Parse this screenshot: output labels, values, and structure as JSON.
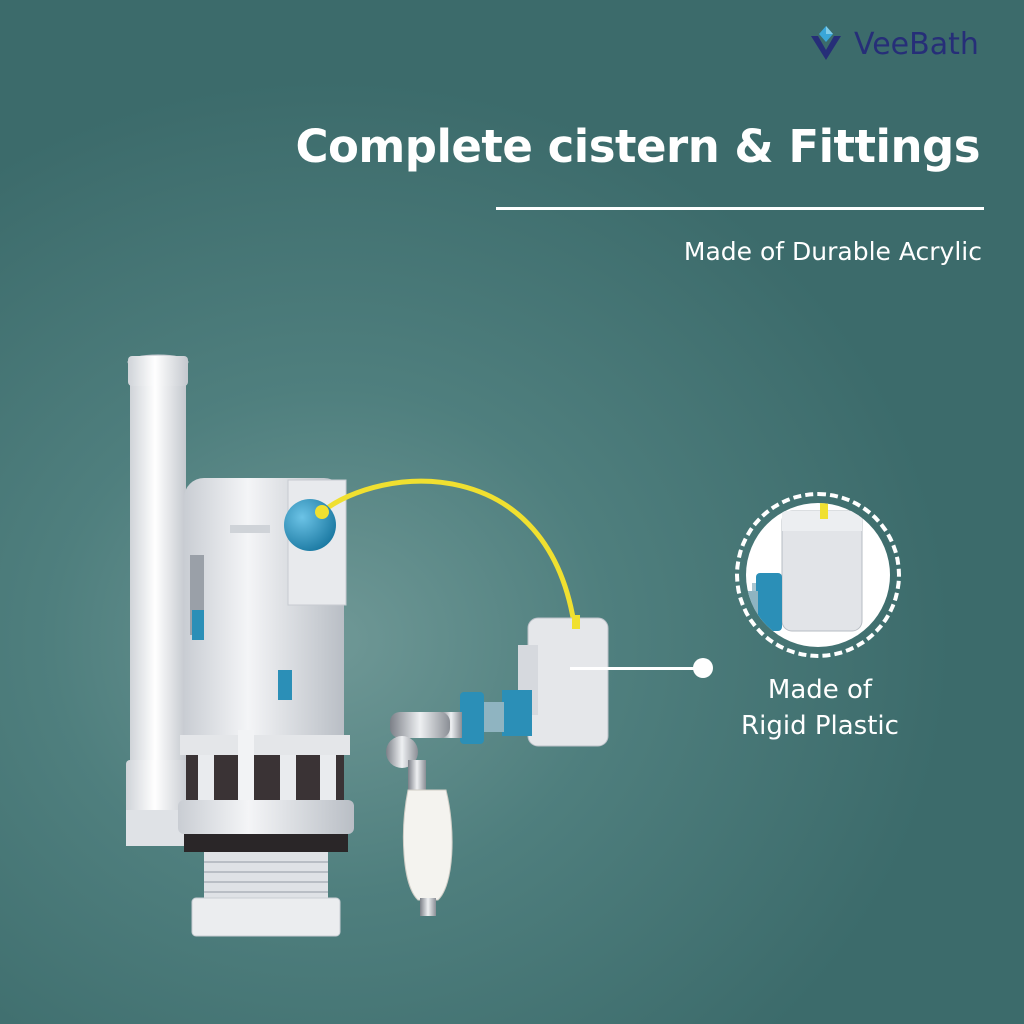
{
  "brand": {
    "logo_icon": "veebath-v-logo-icon",
    "name": "VeeBath",
    "name_color": "#262e78"
  },
  "hero": {
    "title": "Complete cistern & Fittings",
    "subtitle": "Made of Durable Acrylic"
  },
  "callout": {
    "line1": "Made of",
    "line2": "Rigid Plastic"
  },
  "colors": {
    "background": "#4f7f7e",
    "text": "#ffffff",
    "accent_blue": "#2b8fb7",
    "cable_yellow": "#f0e030"
  }
}
